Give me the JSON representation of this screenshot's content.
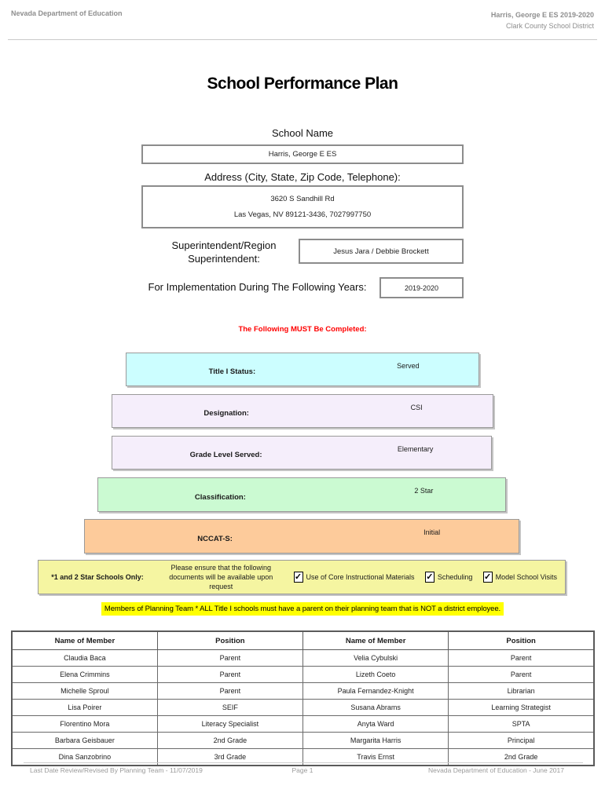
{
  "header": {
    "left": "Nevada Department of Education",
    "right_line1": "Harris, George E ES  2019-2020",
    "right_line2": "Clark County School District"
  },
  "title": "School Performance Plan",
  "form": {
    "school_name_label": "School Name",
    "school_name_value": "Harris, George E ES",
    "address_label": "Address (City, State, Zip Code, Telephone):",
    "address_line1": "3620 S Sandhill Rd",
    "address_line2": "Las Vegas, NV  89121-3436, 7027997750",
    "superintendent_label_line1": "Superintendent/Region",
    "superintendent_label_line2": "Superintendent:",
    "superintendent_value": "Jesus Jara / Debbie Brockett",
    "implementation_label": "For Implementation During The Following Years:",
    "implementation_value": "2019-2020"
  },
  "must_complete_notice": "The Following MUST Be Completed:",
  "status_rows": [
    {
      "label": "Title I Status:",
      "value": "Served",
      "color": "#ccfeff"
    },
    {
      "label": "Designation:",
      "value": "CSI",
      "color": "#f5eefb"
    },
    {
      "label": "Grade Level Served:",
      "value": "Elementary",
      "color": "#f5eefb"
    },
    {
      "label": "Classification:",
      "value": "2 Star",
      "color": "#cbfad2"
    },
    {
      "label": "NCCAT-S:",
      "value": "Initial",
      "color": "#fdcb9b"
    }
  ],
  "star_schools": {
    "label": "*1 and 2 Star Schools Only:",
    "note": "Please ensure that the following documents will be available upon request",
    "background": "#f5f5a1",
    "checkboxes": [
      {
        "label": "Use of Core Instructional Materials",
        "checked": true
      },
      {
        "label": "Scheduling",
        "checked": true
      },
      {
        "label": "Model School Visits",
        "checked": true
      }
    ]
  },
  "icons": {
    "checkbox_checked": "✓"
  },
  "planning_team_notice": "Members of Planning Team * ALL Title I schools must have a parent on their planning team that is NOT a district employee.",
  "members_table": {
    "headers": [
      "Name of Member",
      "Position",
      "Name of Member",
      "Position"
    ],
    "rows": [
      [
        "Claudia Baca",
        "Parent",
        "Velia Cybulski",
        "Parent"
      ],
      [
        "Elena Crimmins",
        "Parent",
        "Lizeth Coeto",
        "Parent"
      ],
      [
        "Michelle Sproul",
        "Parent",
        "Paula Fernandez-Knight",
        "Librarian"
      ],
      [
        "Lisa Poirer",
        "SEIF",
        "Susana Abrams",
        "Learning Strategist"
      ],
      [
        "Florentino Mora",
        "Literacy Specialist",
        "Anyta Ward",
        "SPTA"
      ],
      [
        "Barbara Geisbauer",
        "2nd Grade",
        "Margarita Harris",
        "Principal"
      ],
      [
        "Dina Sanzobrino",
        "3rd Grade",
        "Travis Ernst",
        "2nd Grade"
      ]
    ]
  },
  "footer": {
    "left": "Last Date Review/Revised By Planning Team - 11/07/2019",
    "center": "Page 1",
    "right": "Nevada Department of Education - June 2017"
  }
}
